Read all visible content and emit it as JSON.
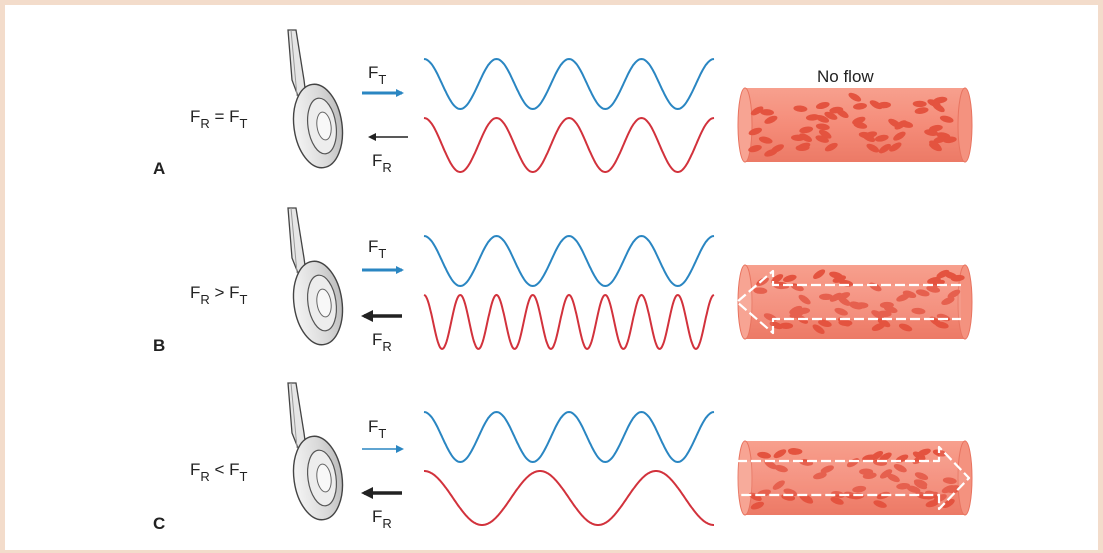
{
  "colors": {
    "transmitted": "#2a86c2",
    "received": "#d2323c",
    "vessel_fill": "#f58c79",
    "vessel_edge": "#e8735f",
    "cell": "#e4533f",
    "frame_border": "#f3dccb"
  },
  "icons": [
    "probe-icon",
    "arrow-right-icon",
    "arrow-left-icon",
    "flow-arrow-icon"
  ],
  "panels": [
    {
      "letter": "A",
      "relation": {
        "f": "F",
        "r": "R",
        "op": " = ",
        "t": "T"
      },
      "ft": {
        "f": "F",
        "sub": "T"
      },
      "fr": {
        "f": "F",
        "sub": "R"
      },
      "transmitted_cycles": 4,
      "received_cycles": 4,
      "vessel_caption": "No flow",
      "flow_direction": "none"
    },
    {
      "letter": "B",
      "relation": {
        "f": "F",
        "r": "R",
        "op": " > ",
        "t": "T"
      },
      "ft": {
        "f": "F",
        "sub": "T"
      },
      "fr": {
        "f": "F",
        "sub": "R"
      },
      "transmitted_cycles": 4,
      "received_cycles": 8,
      "vessel_caption": "",
      "flow_direction": "toward-probe"
    },
    {
      "letter": "C",
      "relation": {
        "f": "F",
        "r": "R",
        "op": " < ",
        "t": "T"
      },
      "ft": {
        "f": "F",
        "sub": "T"
      },
      "fr": {
        "f": "F",
        "sub": "R"
      },
      "transmitted_cycles": 4,
      "received_cycles": 2.5,
      "vessel_caption": "",
      "flow_direction": "away-from-probe"
    }
  ]
}
